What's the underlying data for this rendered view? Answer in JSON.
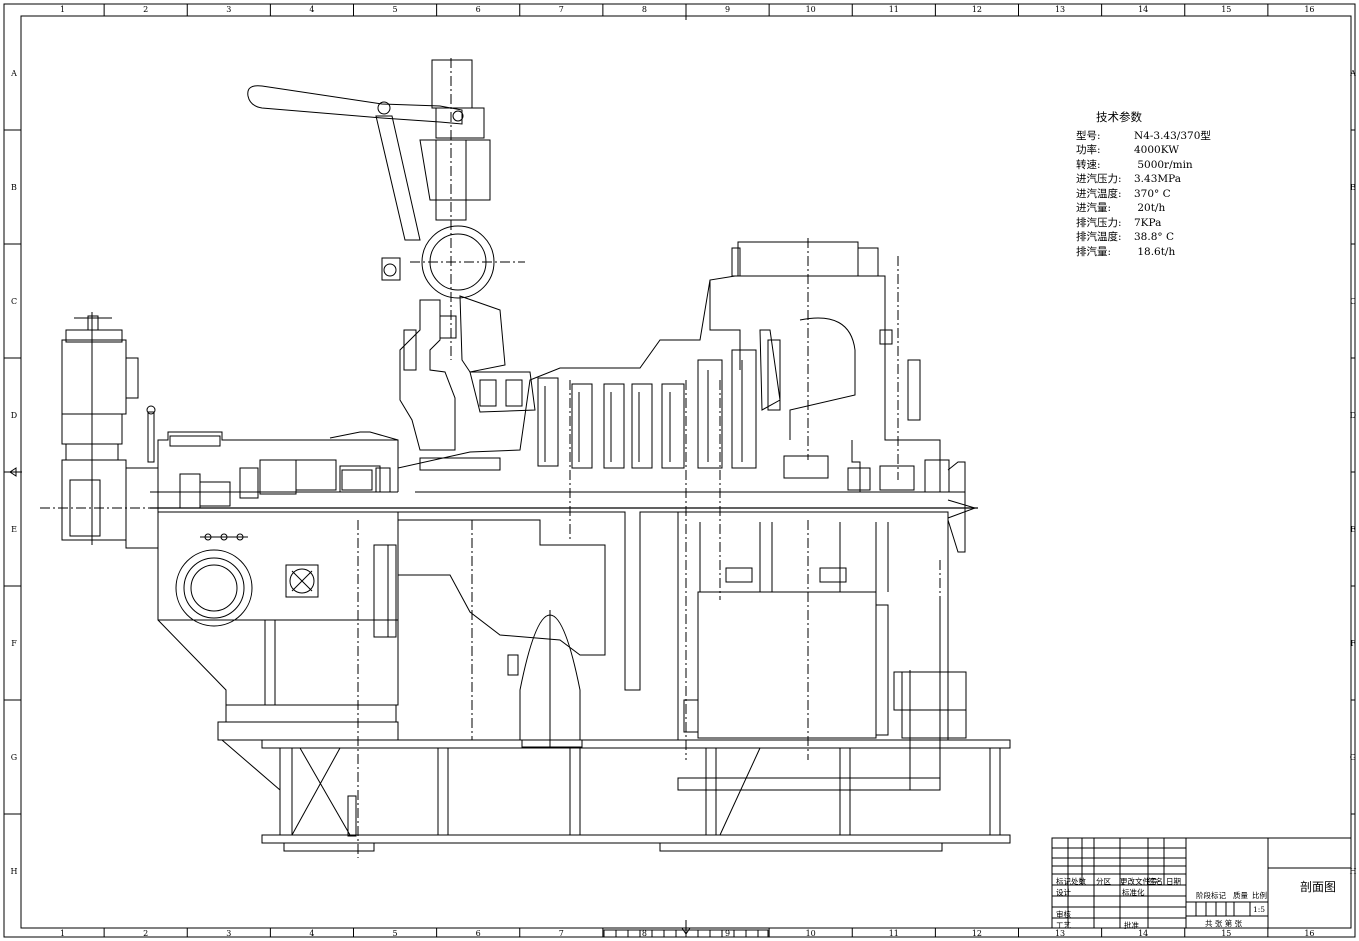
{
  "border": {
    "columns": [
      "1",
      "2",
      "3",
      "4",
      "5",
      "6",
      "7",
      "8",
      "9",
      "10",
      "11",
      "12",
      "13",
      "14",
      "15",
      "16"
    ],
    "rows": [
      "A",
      "B",
      "C",
      "D",
      "E",
      "F",
      "G",
      "H"
    ]
  },
  "params": {
    "title": "技术参数",
    "rows": [
      {
        "label": "型号:",
        "value": "N4-3.43/370型"
      },
      {
        "label": "功率:",
        "value": "4000KW"
      },
      {
        "label": "转速:",
        "value": " 5000r/min"
      },
      {
        "label": "进汽压力:",
        "value": "3.43MPa"
      },
      {
        "label": "进汽温度:",
        "value": "370° C"
      },
      {
        "label": "进汽量:",
        "value": " 20t/h"
      },
      {
        "label": "排汽压力:",
        "value": "7KPa"
      },
      {
        "label": "排汽温度:",
        "value": "38.8° C"
      },
      {
        "label": "排汽量:",
        "value": " 18.6t/h"
      }
    ]
  },
  "title_block": {
    "header": {
      "mark": "标记",
      "count": "处数",
      "zone": "分区",
      "change_doc": "更改文件号",
      "sign": "签名",
      "date": "日期"
    },
    "design": "设计",
    "standard": "标准化",
    "stage_mark": "阶段标记",
    "weight": "质量",
    "ratio": "比例",
    "scale": "1:5",
    "review": "审核",
    "process": "工艺",
    "approve": "批准",
    "sheets": "共  张 第  张",
    "drawing_name": "剖面图"
  }
}
